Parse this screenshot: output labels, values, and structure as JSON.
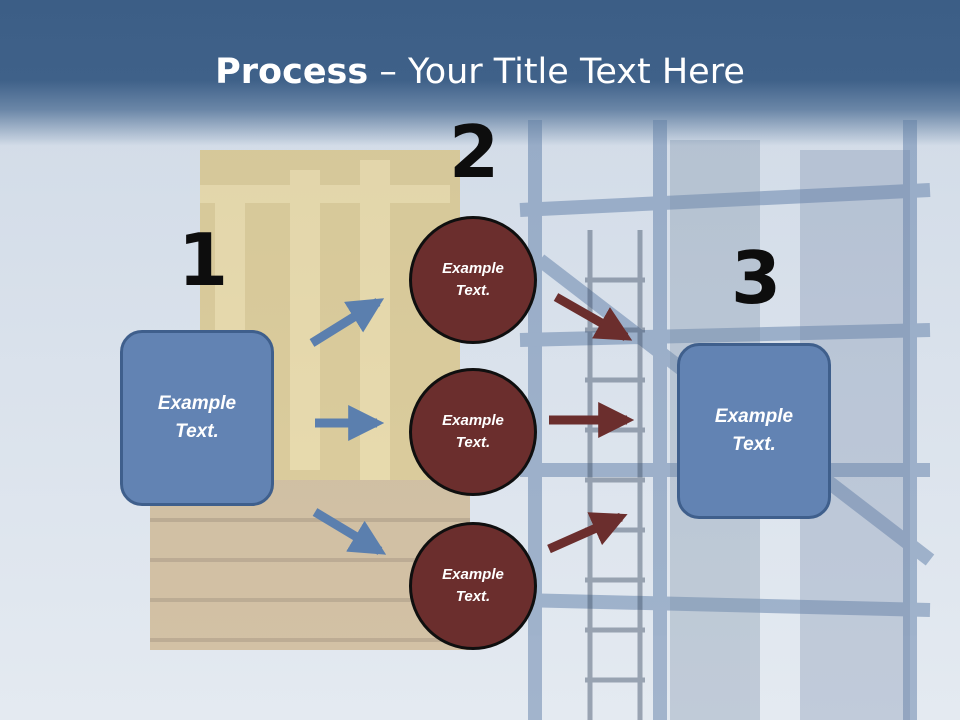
{
  "title": {
    "strong": "Process",
    "rest": " – Your Title Text Here"
  },
  "steps": {
    "step1": {
      "number": "1",
      "box": "Example Text."
    },
    "step2": {
      "number": "2",
      "circles": [
        "Example Text.",
        "Example Text.",
        "Example Text."
      ]
    },
    "step3": {
      "number": "3",
      "box": "Example Text."
    }
  },
  "colors": {
    "header": "#3f6189",
    "box_fill": "#6283b3",
    "circle_fill": "#6b2e2d",
    "blue_arrow": "#5b7fae",
    "red_arrow": "#6b2e2d"
  }
}
